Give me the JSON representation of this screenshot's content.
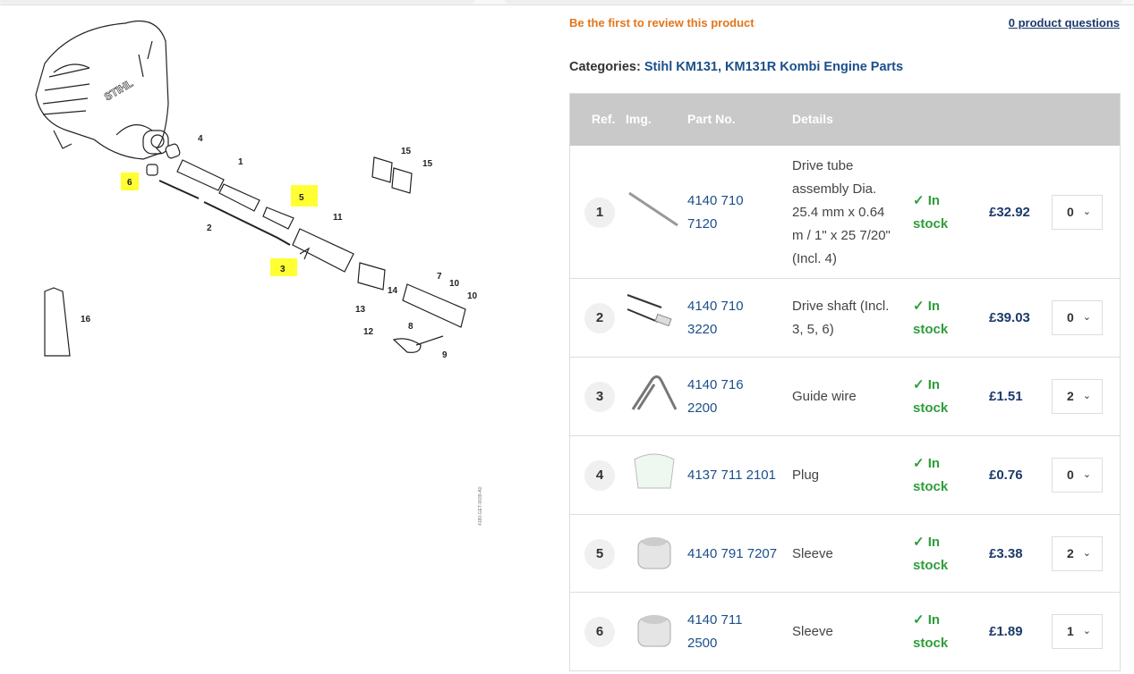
{
  "header": {
    "review_link": "Be the first to review this product",
    "questions_link": "0 product questions",
    "categories_label": "Categories:",
    "categories_value": "Stihl KM131, KM131R Kombi Engine Parts"
  },
  "diagram": {
    "brand_on_engine": "STIHL",
    "drawing_code": "4180-GET-0039-A0",
    "highlight_color": "#ffff33",
    "callouts": [
      "1",
      "2",
      "3",
      "4",
      "5",
      "6",
      "7",
      "8",
      "9",
      "10",
      "10",
      "11",
      "12",
      "13",
      "14",
      "15",
      "15",
      "16"
    ]
  },
  "table": {
    "headers": {
      "ref": "Ref.",
      "img": "Img.",
      "part_no": "Part No.",
      "details": "Details"
    },
    "rows": [
      {
        "ref": "1",
        "part_no_l1": "4140 710",
        "part_no_l2": "7120",
        "details": [
          "Drive tube",
          "assembly Dia.",
          "25.4 mm x 0.64",
          "m / 1\" x 25 7/20\"",
          "(Incl. 4)"
        ],
        "stock_l1": "In",
        "stock_l2": "stock",
        "price": "£32.92",
        "qty": "0",
        "img": "tube-icon"
      },
      {
        "ref": "2",
        "part_no_l1": "4140 710",
        "part_no_l2": "3220",
        "details": [
          "Drive shaft (Incl.",
          "3, 5, 6)"
        ],
        "stock_l1": "In",
        "stock_l2": "stock",
        "price": "£39.03",
        "qty": "0",
        "img": "shaft-icon"
      },
      {
        "ref": "3",
        "part_no_l1": "4140 716",
        "part_no_l2": "2200",
        "details": [
          "Guide wire"
        ],
        "stock_l1": "In",
        "stock_l2": "stock",
        "price": "£1.51",
        "qty": "2",
        "img": "wire-icon"
      },
      {
        "ref": "4",
        "part_no_l1": "4137 711 2101",
        "part_no_l2": "",
        "details": [
          "Plug"
        ],
        "stock_l1": "In",
        "stock_l2": "stock",
        "price": "£0.76",
        "qty": "0",
        "img": "plug-icon"
      },
      {
        "ref": "5",
        "part_no_l1": "4140 791 7207",
        "part_no_l2": "",
        "details": [
          "Sleeve"
        ],
        "stock_l1": "In",
        "stock_l2": "stock",
        "price": "£3.38",
        "qty": "2",
        "img": "sleeve-icon"
      },
      {
        "ref": "6",
        "part_no_l1": "4140 711",
        "part_no_l2": "2500",
        "details": [
          "Sleeve"
        ],
        "stock_l1": "In",
        "stock_l2": "stock",
        "price": "£1.89",
        "qty": "1",
        "img": "sleeve-icon"
      }
    ]
  },
  "colors": {
    "orange": "#e2761b",
    "blue": "#1b4f8a",
    "navy": "#1b3a6b",
    "green": "#2e9e3a",
    "header_gray": "#c9c9c9"
  }
}
